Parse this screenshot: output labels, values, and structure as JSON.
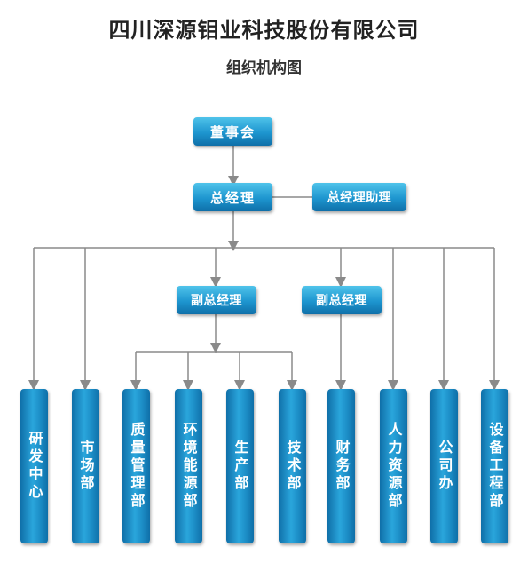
{
  "header": {
    "title": "四川深源钼业科技股份有限公司",
    "subtitle": "组织机构图"
  },
  "diagram": {
    "board": "董事会",
    "gm": "总经理",
    "gm_assistant": "总经理助理",
    "vgm_left": "副总经理",
    "vgm_right": "副总经理",
    "departments": [
      "研发中心",
      "市场部",
      "质量管理部",
      "环境能源部",
      "生产部",
      "技术部",
      "财务部",
      "人力资源部",
      "公司办",
      "设备工程部"
    ]
  },
  "colors": {
    "box_top": "#4fc3ea",
    "box_bottom": "#0f6fa8",
    "connector": "#8a8a8a"
  }
}
